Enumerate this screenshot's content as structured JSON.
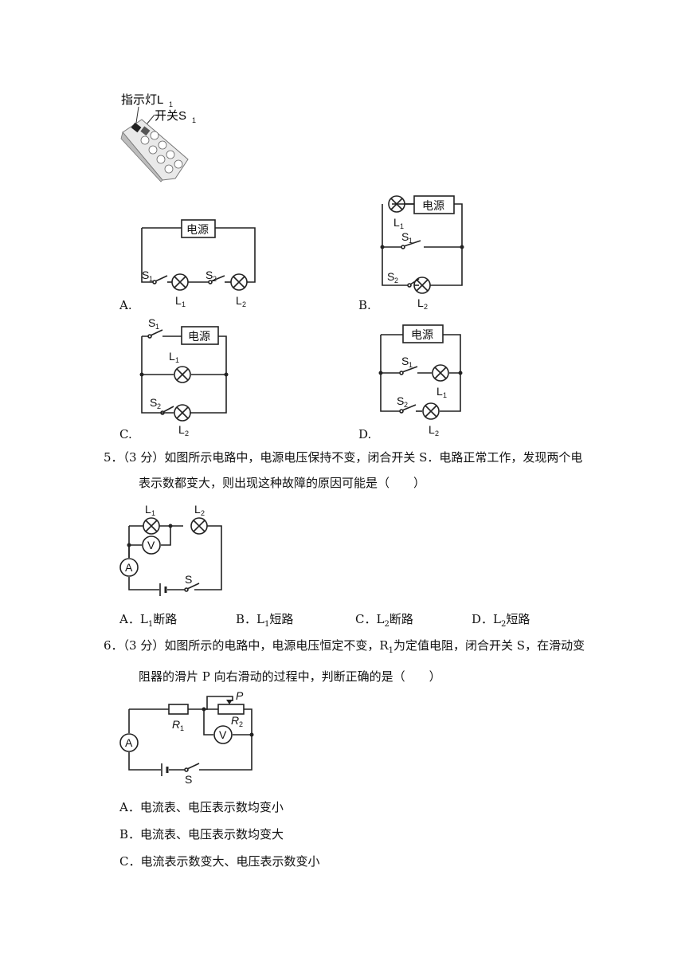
{
  "q4": {
    "strip_labels": {
      "lamp": "指示灯L",
      "lamp_sub": "1",
      "switch": "开关S",
      "switch_sub": "1"
    },
    "power": "电源",
    "options": [
      {
        "letter": "A."
      },
      {
        "letter": "B."
      },
      {
        "letter": "C."
      },
      {
        "letter": "D."
      }
    ],
    "labels": {
      "S": "S",
      "L": "L",
      "one": "1",
      "two": "2"
    }
  },
  "q5": {
    "stem_line1": "5．（3 分）如图所示电路中，电源电压保持不变，闭合开关 S．电路正常工作，发现两个电",
    "stem_line2": "表示数都变大，则出现这种故障的原因可能是（　　）",
    "meters": {
      "voltmeter": "V",
      "ammeter": "A"
    },
    "switch_label": "S",
    "choices": [
      {
        "letter": "A．",
        "text_pre": "L",
        "sub": "1",
        "text_post": "断路"
      },
      {
        "letter": "B．",
        "text_pre": "L",
        "sub": "1",
        "text_post": "短路"
      },
      {
        "letter": "C．",
        "text_pre": "L",
        "sub": "2",
        "text_post": "断路"
      },
      {
        "letter": "D．",
        "text_pre": "L",
        "sub": "2",
        "text_post": "短路"
      }
    ]
  },
  "q6": {
    "stem_line1_pre": "6．（3 分）如图所示的电路中，电源电压恒定不变，R",
    "stem_line1_sub": "1",
    "stem_line1_post": "为定值电阻，闭合开关 S，在滑动变",
    "stem_line2": "阻器的滑片 P 向右滑动的过程中，判断正确的是（　　）",
    "labels": {
      "P": "P",
      "R": "R",
      "one": "1",
      "two": "2",
      "V": "V",
      "A": "A",
      "S": "S"
    },
    "choices": [
      {
        "letter": "A．",
        "text": "电流表、电压表示数均变小"
      },
      {
        "letter": "B．",
        "text": "电流表、电压表示数均变大"
      },
      {
        "letter": "C．",
        "text": "电流表示数变大、电压表示数变小"
      }
    ]
  }
}
